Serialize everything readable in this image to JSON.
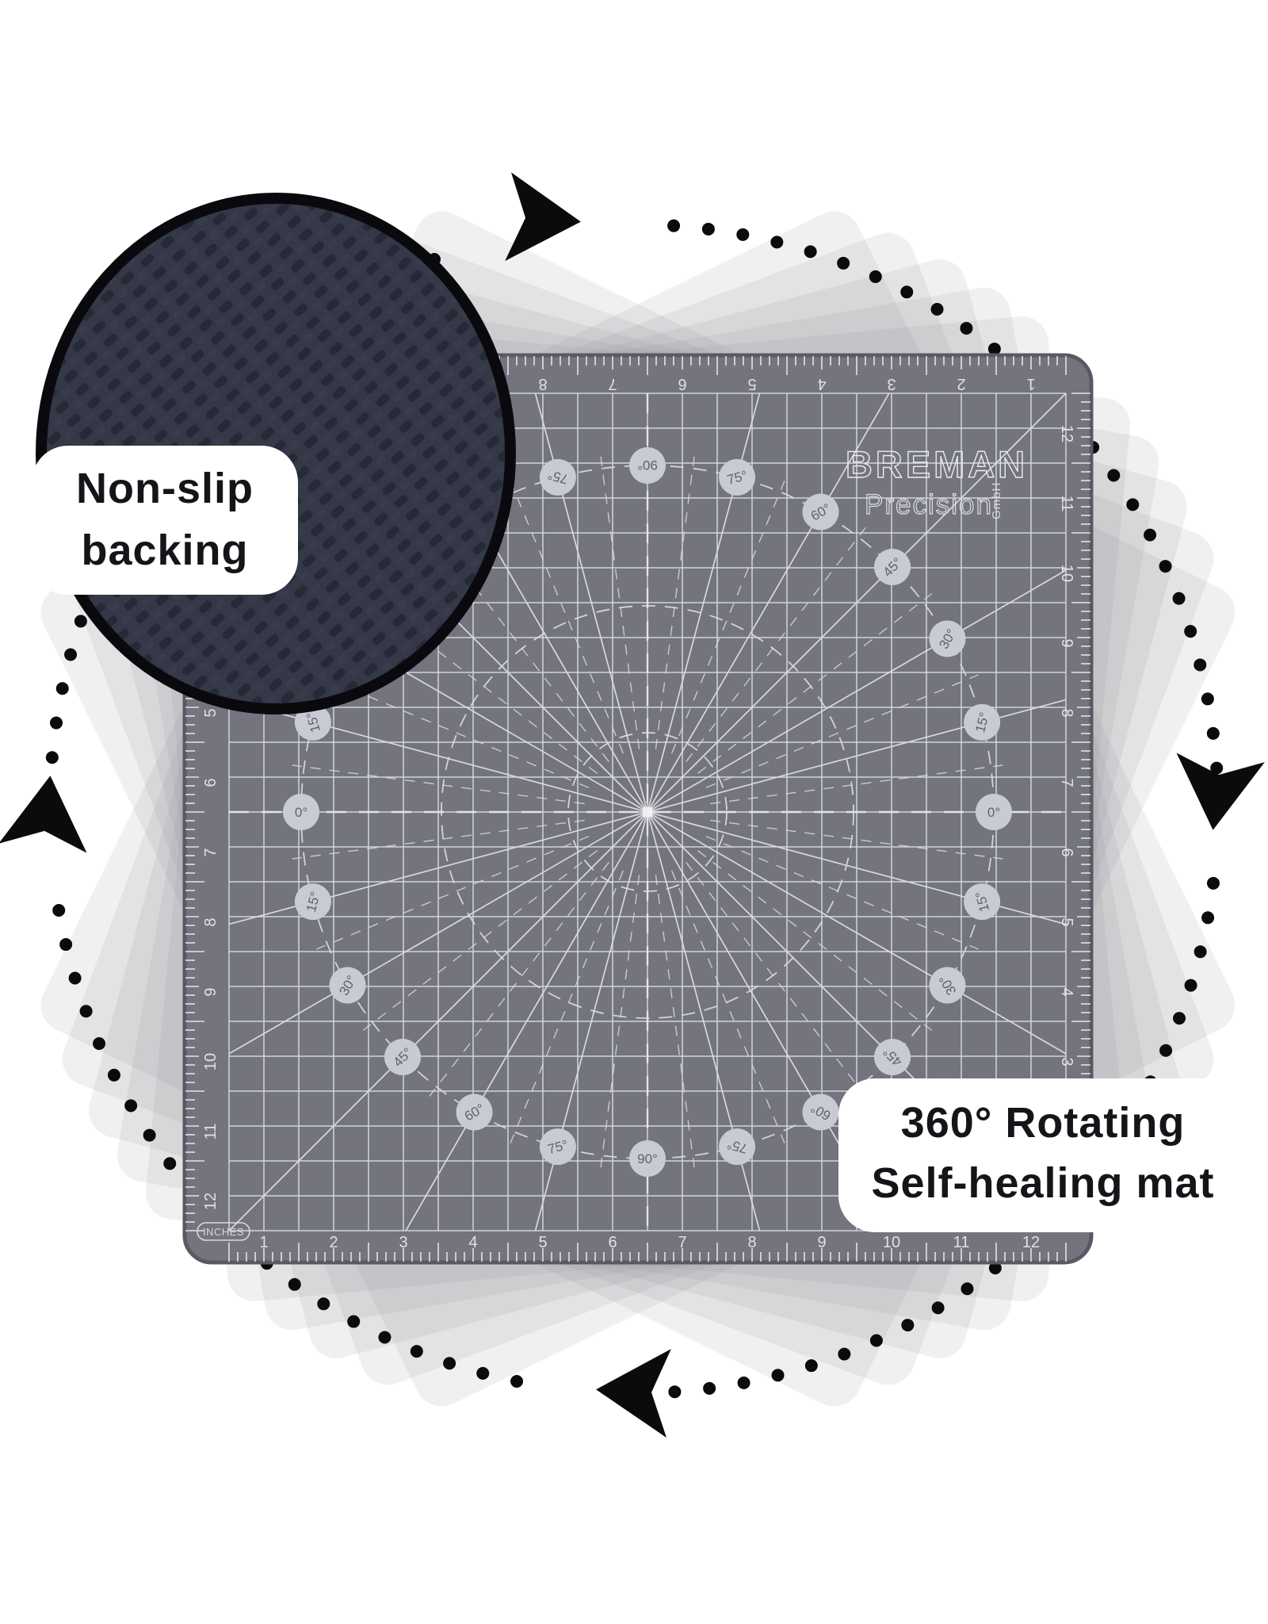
{
  "title": "360 degree rotating self-healing cutting mat illustration",
  "callouts": {
    "nonslip": {
      "line1": "Non-slip",
      "line2": "backing"
    },
    "rotating": {
      "line1": "360° Rotating",
      "line2": "Self-healing mat"
    }
  },
  "mat": {
    "brand": "BREMAN",
    "brand_sub": "Precision",
    "brand_suffix": "GmbH",
    "units_label": "INCHES",
    "ruler_numbers": [
      1,
      2,
      3,
      4,
      5,
      6,
      7,
      8,
      9,
      10,
      11,
      12
    ],
    "angle_values": [
      15,
      30,
      45,
      60,
      75
    ],
    "angle_zero_label": "0°",
    "angle_ninety_label": "90°",
    "degree_symbol": "°"
  },
  "colors": {
    "background": "#ffffff",
    "mat_surface": "#74747e",
    "mat_edge": "#595963",
    "grid_line": "#d8d9df",
    "ruler_mark": "#e2e3e8",
    "angle_bubble_fill": "#c9cbd4",
    "angle_bubble_text": "#60616c",
    "ghost_mat": "#8b8b94",
    "rotation_ink": "#0b0b0e",
    "inset_base": "#343847",
    "inset_texture": "#262a37",
    "callout_bg": "#ffffff",
    "callout_text": "#141519"
  }
}
